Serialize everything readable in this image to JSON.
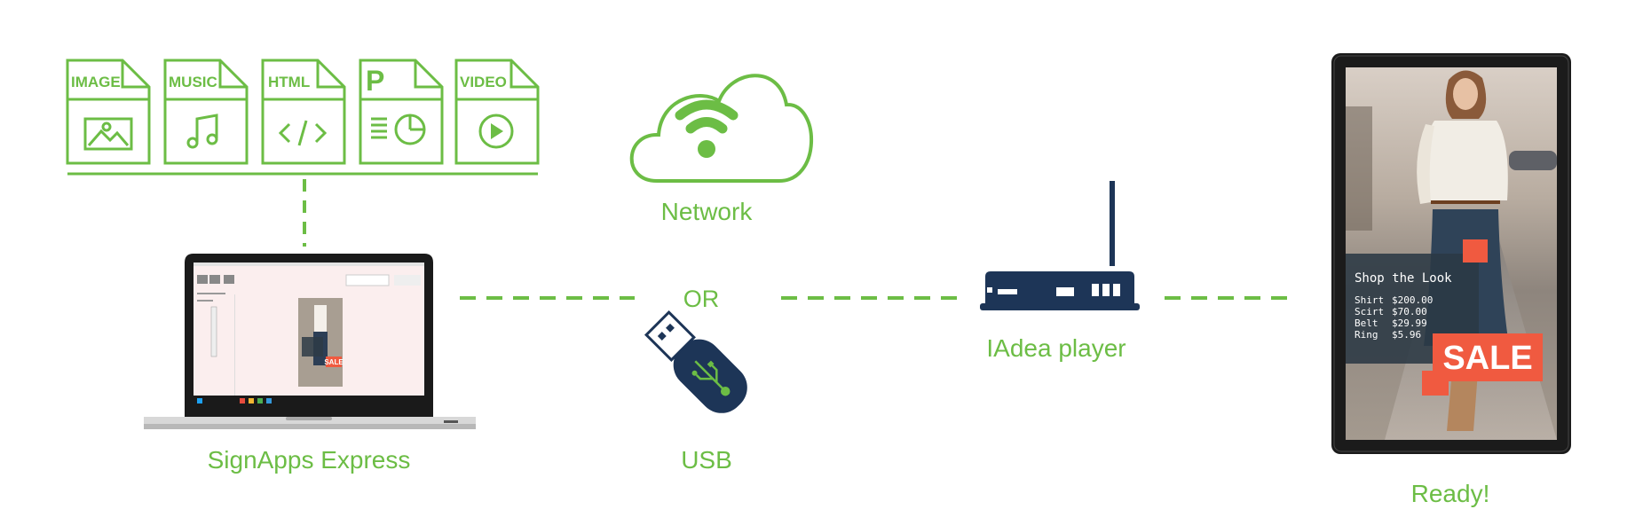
{
  "files": [
    {
      "label": "IMAGE",
      "icon": "image-icon"
    },
    {
      "label": "MUSIC",
      "icon": "music-note-icon"
    },
    {
      "label": "HTML",
      "icon": "code-brackets-icon"
    },
    {
      "label": "P",
      "icon": "presentation-chart-icon"
    },
    {
      "label": "VIDEO",
      "icon": "play-icon"
    }
  ],
  "labels": {
    "network": "Network",
    "or": "OR",
    "usb": "USB",
    "laptop": "SignApps Express",
    "player": "IAdea player",
    "ready": "Ready!"
  },
  "display": {
    "shop_title": "Shop the Look",
    "items": [
      {
        "name": "Shirt",
        "price": "$200.00"
      },
      {
        "name": "Scirt",
        "price": "$70.00"
      },
      {
        "name": "Belt",
        "price": "$29.99"
      },
      {
        "name": "Ring",
        "price": "$5.96"
      }
    ],
    "sale": "SALE"
  },
  "laptop_screen": {
    "sale": "SALE"
  },
  "colors": {
    "green": "#6cbd45",
    "navy": "#1d3557",
    "sale_red": "#f05a40"
  }
}
